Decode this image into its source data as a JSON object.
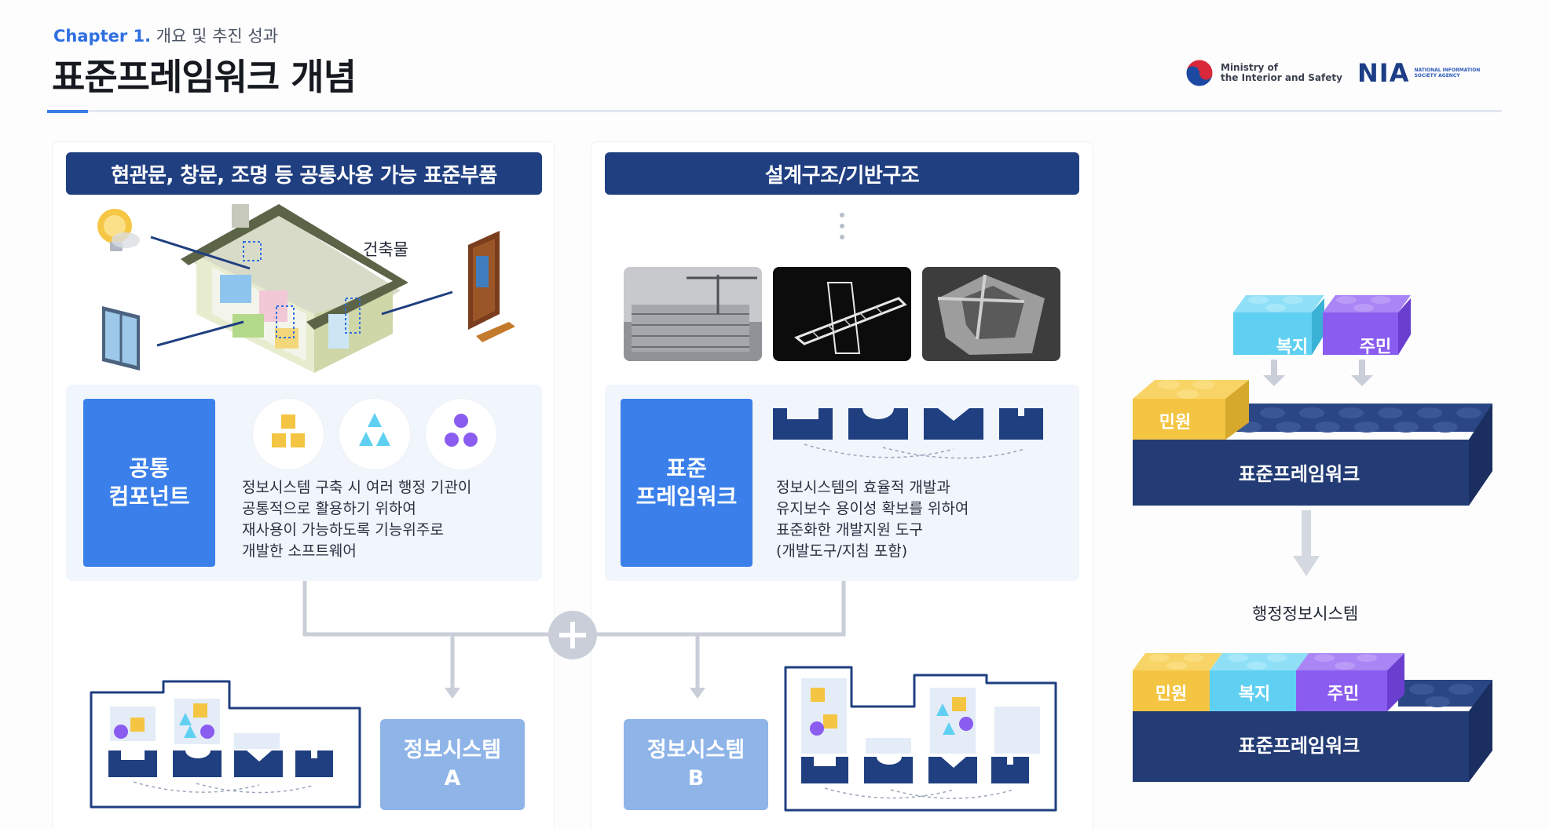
{
  "header": {
    "chapter_label": "Chapter 1.",
    "chapter_title": "개요 및 추진 성과",
    "page_title": "표준프레임워크 개념",
    "logo_mois_line1": "Ministry of",
    "logo_mois_line2": "the Interior and Safety",
    "logo_nia_big": "NIA",
    "logo_nia_small": "NATIONAL INFORMATION SOCIETY AGENCY"
  },
  "left_panel": {
    "banner": "현관문, 창문, 조명 등 공통사용 가능 표준부품",
    "building_label": "건축물",
    "component_title": "공통\n컴포넌트",
    "component_desc": "정보시스템 구축 시 여러 행정 기관이\n공통적으로 활용하기 위하여\n재사용이 가능하도록 기능위주로\n개발한 소프트웨어",
    "system_line1": "정보시스템",
    "system_line2": "A"
  },
  "mid_panel": {
    "banner": "설계구조/기반구조",
    "framework_title": "표준\n프레임워크",
    "framework_desc": "정보시스템의 효율적 개발과\n유지보수 용이성 확보를 위하여\n표준화한 개발지원 도구\n(개발도구/지침 포함)",
    "system_line1": "정보시스템",
    "system_line2": "B"
  },
  "right_panel": {
    "top_blocks": {
      "welfare": "복지",
      "resident": "주민",
      "civil": "민원",
      "base": "표준프레임워크"
    },
    "gov_system_label": "행정정보시스템",
    "bottom_blocks": {
      "civil": "민원",
      "welfare": "복지",
      "resident": "주민",
      "base": "표준프레임워크"
    }
  },
  "colors": {
    "navy": "#1f3f80",
    "blue": "#3b80ea",
    "light_blue": "#8eb4e8",
    "yellow": "#f4c542",
    "cyan": "#5fd0f2",
    "purple": "#8a5cf0",
    "brick_navy": "#233c75"
  }
}
